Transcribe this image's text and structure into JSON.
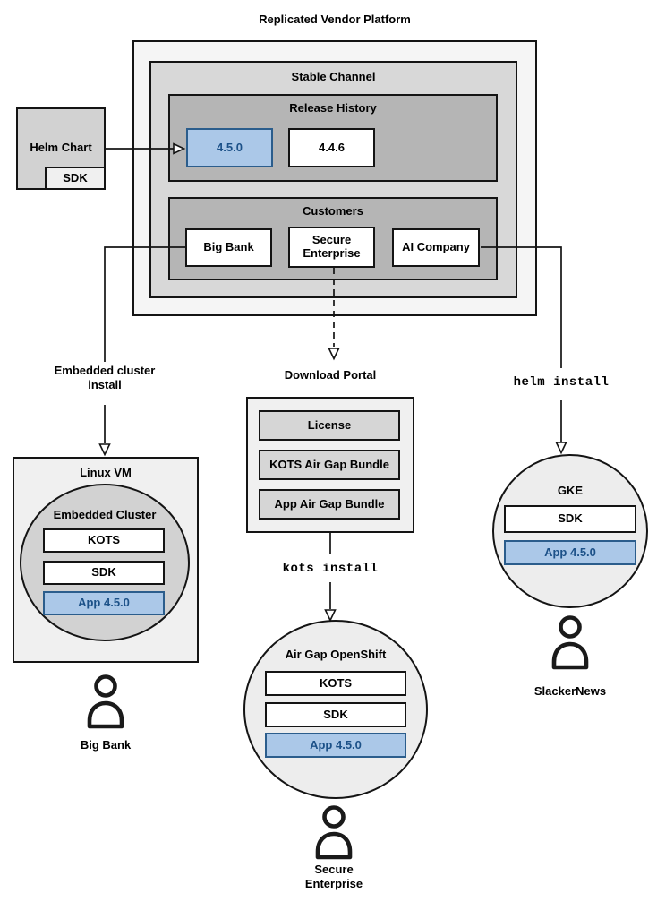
{
  "colors": {
    "highlight_fill": "#abc8e8",
    "highlight_border": "#2b5d8c",
    "highlight_text": "#1c5188"
  },
  "platform": {
    "title": "Replicated Vendor Platform",
    "stable_channel": {
      "label": "Stable Channel",
      "release_history": {
        "label": "Release History",
        "releases": [
          {
            "version": "4.5.0",
            "highlighted": true
          },
          {
            "version": "4.4.6",
            "highlighted": false
          }
        ]
      },
      "customers": {
        "label": "Customers",
        "items": [
          {
            "name": "Big Bank"
          },
          {
            "name": "Secure Enterprise"
          },
          {
            "name": "AI Company"
          }
        ]
      }
    }
  },
  "helm_chart": {
    "label": "Helm Chart",
    "sdk": "SDK"
  },
  "edge_labels": {
    "embedded_cluster_install": "Embedded cluster install",
    "download_portal": "Download Portal",
    "kots_install": "kots install",
    "helm_install": "helm install"
  },
  "download_portal": {
    "items": [
      {
        "label": "License"
      },
      {
        "label": "KOTS Air Gap Bundle"
      },
      {
        "label": "App Air Gap Bundle"
      }
    ]
  },
  "linux_vm": {
    "label": "Linux VM",
    "embedded_cluster": {
      "label": "Embedded Cluster",
      "components": [
        {
          "label": "KOTS"
        },
        {
          "label": "SDK"
        }
      ],
      "app": "App 4.5.0"
    }
  },
  "airgap_openshift": {
    "label": "Air Gap OpenShift",
    "components": [
      {
        "label": "KOTS"
      },
      {
        "label": "SDK"
      }
    ],
    "app": "App 4.5.0"
  },
  "gke": {
    "label": "GKE",
    "components": [
      {
        "label": "SDK"
      }
    ],
    "app": "App 4.5.0"
  },
  "users": [
    {
      "name": "Big Bank"
    },
    {
      "name": "Secure Enterprise"
    },
    {
      "name": "SlackerNews"
    }
  ]
}
